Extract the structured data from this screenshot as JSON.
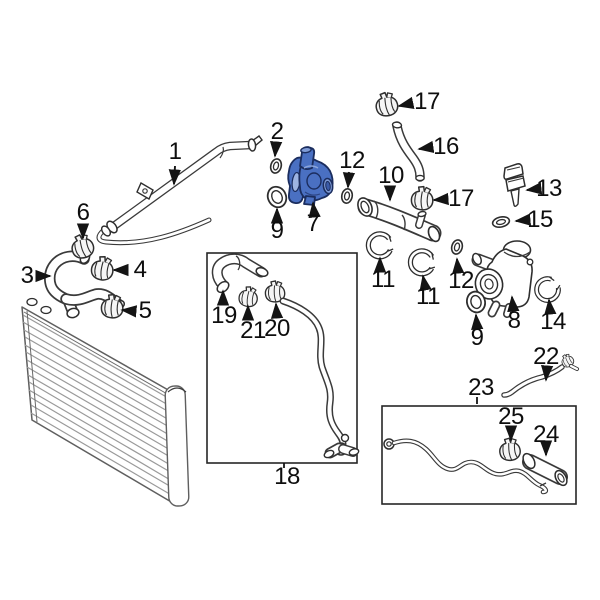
{
  "diagram": {
    "kind": "exploded-parts-diagram",
    "subject": "engine cooling system: radiator, hoses, pipes, clamps and thermostat housings",
    "background": "#ffffff",
    "highlighted_callout": "7"
  },
  "colors": {
    "part_highlight": "#4a70c2",
    "part_highlight_dark": "#1b2d5e",
    "part_highlight_light": "#7f9bd6",
    "line": "#3a3a3a"
  },
  "callouts": {
    "c1": "1",
    "c2": "2",
    "c3": "3",
    "c4": "4",
    "c5": "5",
    "c6": "6",
    "c7": "7",
    "c8": "8",
    "c9": "9",
    "c10": "10",
    "c11": "11",
    "c12": "12",
    "c13": "13",
    "c14": "14",
    "c15": "15",
    "c16": "16",
    "c17": "17",
    "c18": "18",
    "c19": "19",
    "c20": "20",
    "c21": "21",
    "c22": "22",
    "c23": "23",
    "c24": "24",
    "c25": "25"
  }
}
